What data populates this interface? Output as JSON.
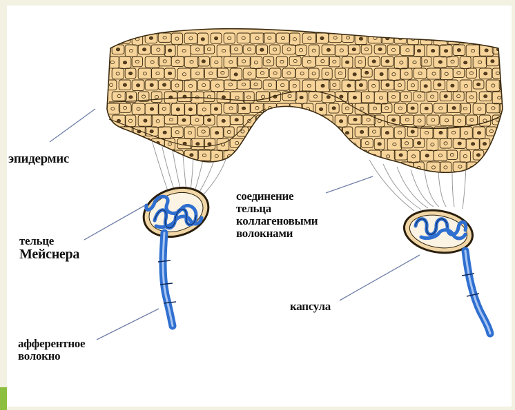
{
  "labels": {
    "epidermis": "эпидермис",
    "corpuscle_line1": "тельце",
    "corpuscle_line2": "Мейснера",
    "connection_line1": "соединение",
    "connection_line2": "тельца",
    "connection_line3": "коллагеновыми",
    "connection_line4": "волокнами",
    "capsule": "капсула",
    "afferent_line1": "афферентное",
    "afferent_line2": "волокно"
  },
  "colors": {
    "epidermis_fill": "#f7d49a",
    "cell_outline": "#3a2a10",
    "nerve_blue": "#2f6fd0",
    "capsule_fill": "#f2d7a6",
    "capsule_outline": "#2a1e0c",
    "fiber_gray": "#9a9a9a",
    "leader_line": "#6f7fa8",
    "page_bg": "#f3f1e2",
    "accent_green": "#8cbf3f"
  }
}
